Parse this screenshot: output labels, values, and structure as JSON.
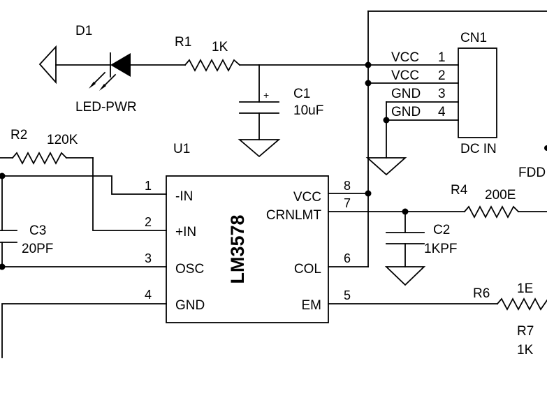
{
  "components": {
    "d1": {
      "ref": "D1",
      "value": "LED-PWR"
    },
    "r1": {
      "ref": "R1",
      "value": "1K"
    },
    "c1": {
      "ref": "C1",
      "value": "10uF",
      "polarity": "+"
    },
    "cn1": {
      "ref": "CN1",
      "value": "DC IN",
      "pins": [
        {
          "num": "1",
          "label": "VCC"
        },
        {
          "num": "2",
          "label": "VCC"
        },
        {
          "num": "3",
          "label": "GND"
        },
        {
          "num": "4",
          "label": "GND"
        }
      ]
    },
    "r2": {
      "ref": "R2",
      "value": "120K"
    },
    "u1": {
      "ref": "U1",
      "part": "LM3578",
      "left_pins": [
        {
          "num": "1",
          "label": "-IN"
        },
        {
          "num": "2",
          "label": "+IN"
        },
        {
          "num": "3",
          "label": "OSC"
        },
        {
          "num": "4",
          "label": "GND"
        }
      ],
      "right_pins": [
        {
          "num": "8",
          "label": "VCC"
        },
        {
          "num": "7",
          "label": "CRNLMT"
        },
        {
          "num": "6",
          "label": "COL"
        },
        {
          "num": "5",
          "label": "EM"
        }
      ]
    },
    "c3": {
      "ref": "C3",
      "value": "20PF"
    },
    "r4": {
      "ref": "R4",
      "value": "200E"
    },
    "c2": {
      "ref": "C2",
      "value": "1KPF"
    },
    "r6": {
      "ref": "R6",
      "value": "1E"
    },
    "r7": {
      "ref": "R7",
      "value": "1K"
    }
  },
  "edge_labels": {
    "fdd_partial": "FDD"
  }
}
